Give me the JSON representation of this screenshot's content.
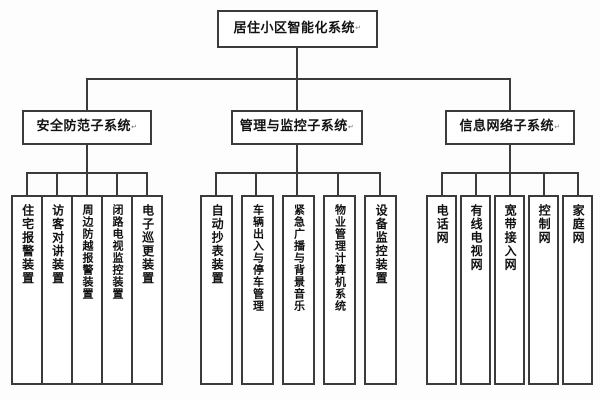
{
  "diagram": {
    "title": "居住小区智能化系统",
    "type": "organization-tree",
    "levels": 3,
    "colors": {
      "background": "#fdfdfd",
      "box_fill": "#ffffff",
      "border": "#3b3b3b",
      "text": "#111111"
    },
    "root": {
      "label": "居住小区智能化系统",
      "mark": "↵"
    },
    "branches": [
      {
        "id": "security",
        "label": "安全防范子系统",
        "mark": "↵",
        "children": [
          {
            "label": "住宅报警装置",
            "mark": "↵"
          },
          {
            "label": "访客对讲装置",
            "mark": "↵"
          },
          {
            "label": "周边防越报警装置",
            "mark": "↵"
          },
          {
            "label": "闭路电视监控装置",
            "mark": "↵"
          },
          {
            "label": "电子巡更装置",
            "mark": "↵"
          }
        ]
      },
      {
        "id": "management",
        "label": "管理与监控子系统",
        "mark": "↵",
        "children": [
          {
            "label": "自动抄表装置",
            "mark": "↵"
          },
          {
            "label": "车辆出入与停车管理",
            "mark": "↵"
          },
          {
            "label": "紧急广播与背景音乐",
            "mark": "↵"
          },
          {
            "label": "物业管理计算机系统",
            "mark": "↵"
          },
          {
            "label": "设备监控装置",
            "mark": "↵"
          }
        ]
      },
      {
        "id": "network",
        "label": "信息网络子系统",
        "mark": "↵",
        "children": [
          {
            "label": "电话网",
            "mark": "↵"
          },
          {
            "label": "有线电视网",
            "mark": "↵"
          },
          {
            "label": "宽带接入网",
            "mark": "↵"
          },
          {
            "label": "控制网",
            "mark": "↵"
          },
          {
            "label": "家庭网",
            "mark": "↵"
          }
        ]
      }
    ]
  }
}
